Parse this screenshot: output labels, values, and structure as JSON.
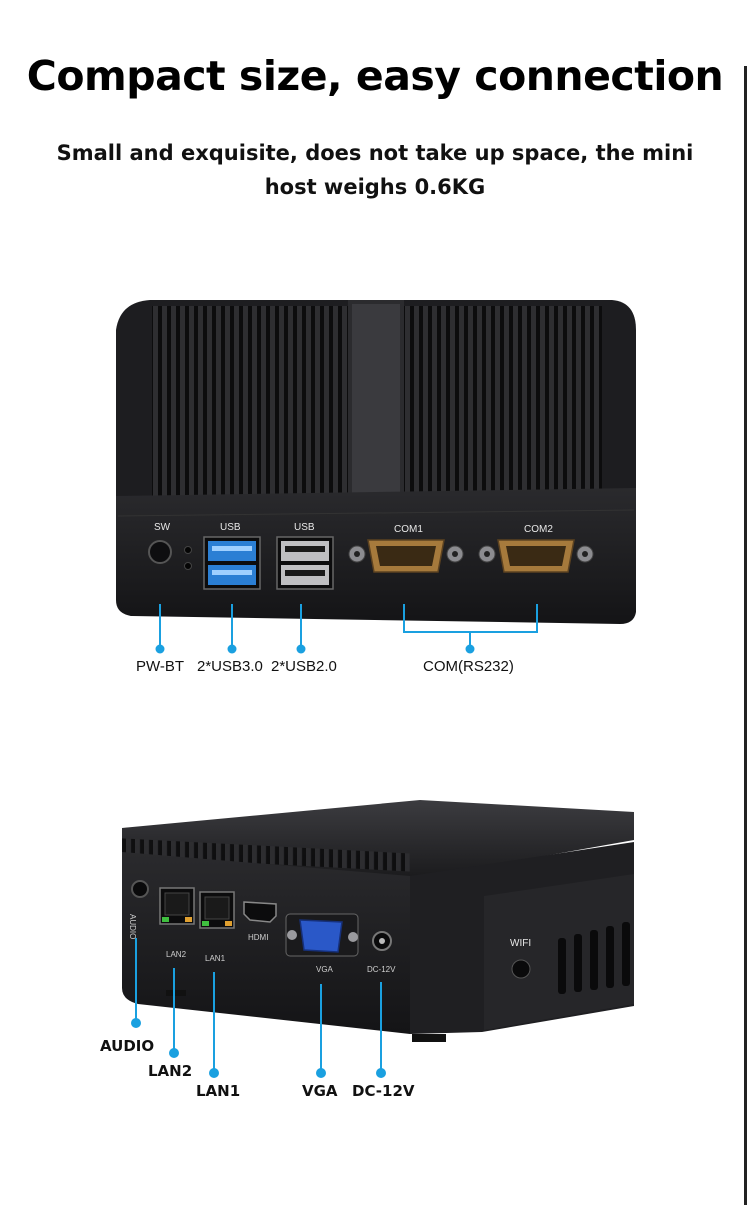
{
  "header": {
    "title": "Compact size, easy connection",
    "subtitle_line1": "Small and exquisite, does not take up space, the mini",
    "subtitle_line2": "host weighs 0.6KG"
  },
  "front_view": {
    "port_labels": {
      "sw": "SW",
      "usb3": "USB",
      "usb2": "USB",
      "com1": "COM1",
      "com2": "COM2"
    },
    "callouts": {
      "pw_bt": "PW-BT",
      "usb3": "2*USB3.0",
      "usb2": "2*USB2.0",
      "com": "COM(RS232)"
    }
  },
  "rear_view": {
    "port_labels": {
      "audio": "AUDIO",
      "lan2": "LAN2",
      "lan1": "LAN1",
      "hdmi": "HDMI",
      "vga": "VGA",
      "dc": "DC-12V",
      "wifi": "WIFI"
    },
    "callouts": {
      "audio": "AUDIO",
      "lan2": "LAN2",
      "lan1": "LAN1",
      "vga": "VGA",
      "dc": "DC-12V"
    }
  },
  "colors": {
    "accent": "#1aa0e0",
    "chassis": "#1c1c1e",
    "usb3_blue": "#2b7fd4"
  }
}
